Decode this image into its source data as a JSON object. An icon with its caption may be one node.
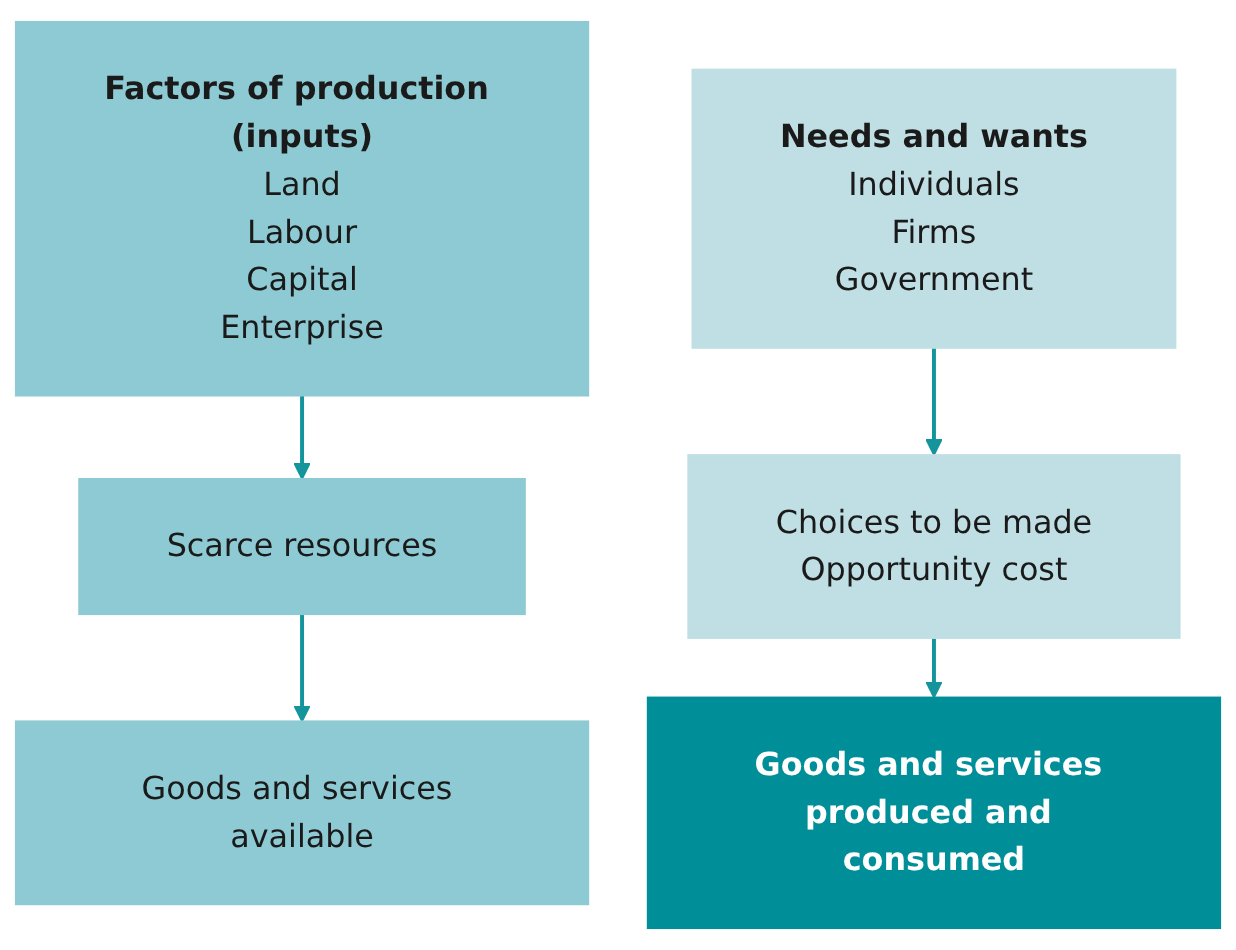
{
  "diagram": {
    "nodes": [
      {
        "text": [
          "Factors of production (inputs)",
          "Land",
          "Labour",
          "Capital",
          "Enterprise"
        ]
      },
      {
        "text": [
          "Needs and wants",
          "Individuals",
          "Firms",
          "Government"
        ]
      },
      {
        "text": [
          "Scarce resources"
        ]
      },
      {
        "text": [
          "Choices to be made",
          "Opportunity cost"
        ]
      },
      {
        "text": [
          "Goods and services available"
        ]
      },
      {
        "text": [
          "Goods and services produced and consumed"
        ]
      }
    ],
    "edges": [
      {
        "from": 0,
        "to": 2,
        "arrow": "to"
      },
      {
        "from": 2,
        "to": 4,
        "arrow": "to"
      },
      {
        "from": 1,
        "to": 3,
        "arrow": "to"
      },
      {
        "from": 3,
        "to": 5,
        "arrow": "to"
      }
    ]
  }
}
